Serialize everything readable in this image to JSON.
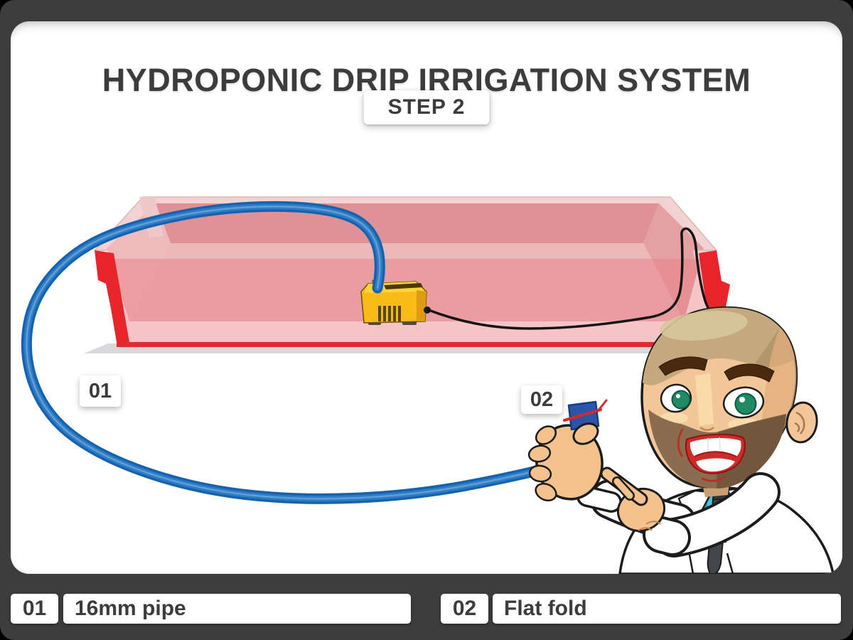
{
  "header": {
    "title": "HYDROPONIC DRIP IRRIGATION SYSTEM",
    "step_label": "STEP 2"
  },
  "callouts": {
    "pipe_number": "01",
    "fold_number": "02"
  },
  "legend": {
    "items": [
      {
        "number": "01",
        "label": "16mm pipe"
      },
      {
        "number": "02",
        "label": "Flat fold"
      }
    ]
  },
  "scene": {
    "parts": {
      "tray": "grow-tray",
      "pump": "water-pump",
      "pipe": "16mm-irrigation-pipe",
      "cable": "pump-power-cable",
      "pipe_end": "flat-folded-pipe-end",
      "character": "presenter-scientist"
    },
    "colors": {
      "frame_background": "#3d3d3d",
      "card_background": "#ffffff",
      "text": "#3c3c3c",
      "tray_red": "#e8252b",
      "tray_rim_pink": "#f3d2d3",
      "tray_interior_pink": "#ecb8ba",
      "pipe_blue": "#1563af",
      "pipe_highlight": "#5f9fd8",
      "fold_blue": "#2b55a9",
      "tie_red": "#dc2626",
      "pump_yellow": "#f7bb17",
      "cable_black": "#141414",
      "skin": "#f3c28c",
      "coat_white": "#ffffff",
      "shirt_teal": "#4cc2dc"
    }
  }
}
